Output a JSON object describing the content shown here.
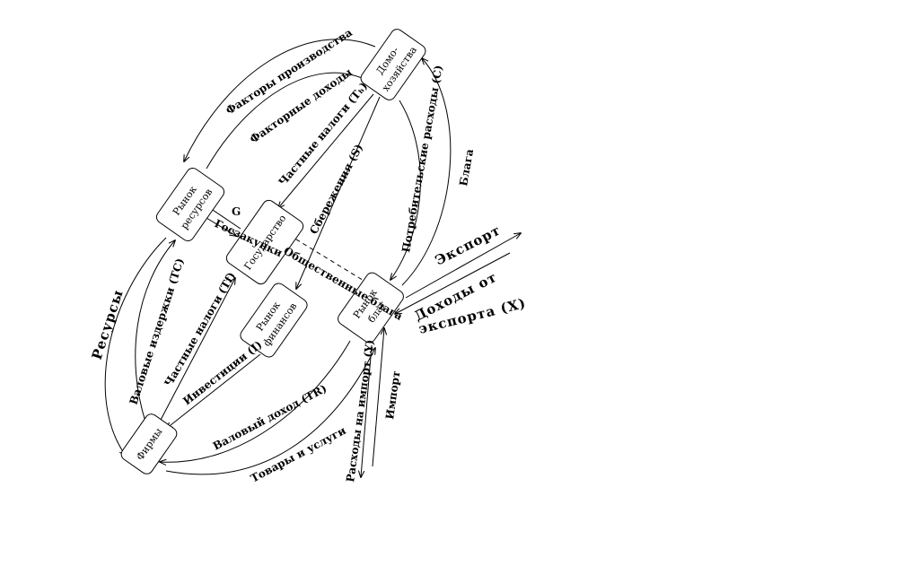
{
  "nodes": {
    "households": [
      "Домо-",
      "хозяйства"
    ],
    "resource_market": [
      "Рынок",
      "ресурсов"
    ],
    "state": [
      "Государство"
    ],
    "finance_market": [
      "Рынок",
      "финансов"
    ],
    "goods_market": [
      "Рынок",
      "благ"
    ],
    "firms": [
      "Фирмы"
    ]
  },
  "flows": {
    "factors_of_production": "Факторы производства",
    "factor_income": "Факторные доходы",
    "private_taxes_h": "Частные налоги (Tₕ)",
    "savings": "Сбережения (S)",
    "consumer_spending": "Потребительские расходы (C)",
    "goods": "Блага",
    "g_label": "G",
    "state_purchases": "Госзакупки",
    "public_goods": "Общественные блага",
    "resources": "Ресурсы",
    "gross_costs": "Валовые издержки (TC)",
    "private_taxes_f": "Частные налоги (Tf)",
    "investment": "Инвестиции (I)",
    "gross_income": "Валовый доход (TR)",
    "goods_and_services": "Товары и услуги",
    "import_spending": "Расходы на импорт (Y)",
    "import": "Импорт",
    "export": "Экспорт",
    "export_income": [
      "Доходы от",
      "экспорта (X)"
    ]
  }
}
